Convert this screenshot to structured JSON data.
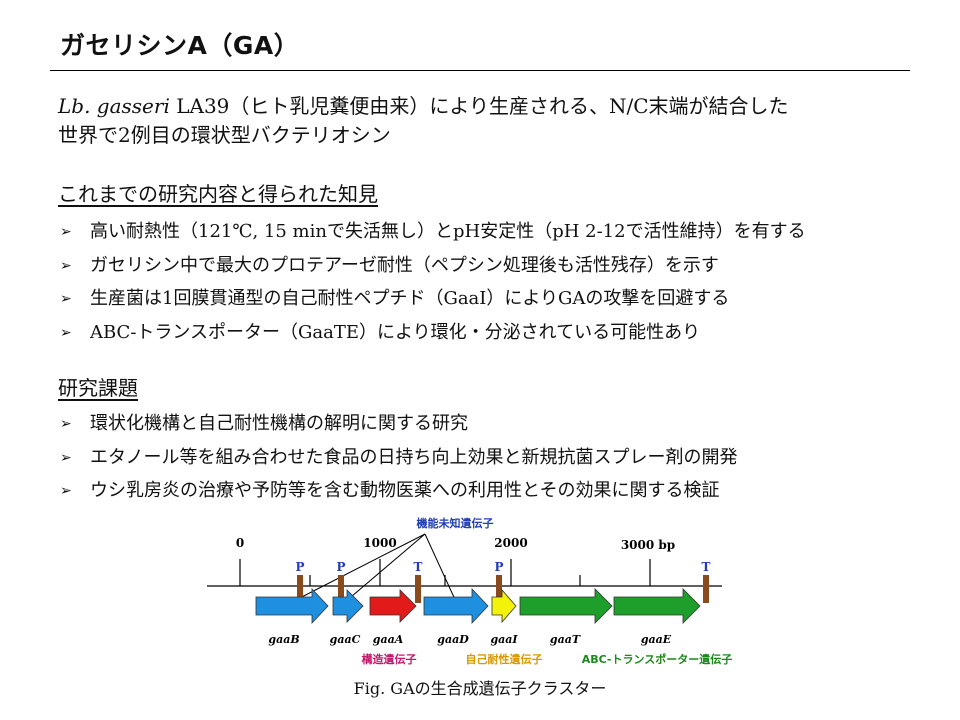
{
  "slide": {
    "title": "ガセリシンA（GA）",
    "intro_italic": "Lb. gasseri",
    "intro_line1_rest": " LA39（ヒト乳児糞便由来）により生産される、N/C末端が結合した",
    "intro_line2": "世界で2例目の環状型バクテリオシン"
  },
  "findings": {
    "heading": "これまでの研究内容と得られた知見",
    "bullet_glyph": "➢",
    "items": [
      "高い耐熱性（121℃, 15 minで失活無し）とpH安定性（pH  2-12で活性維持）を有する",
      "ガセリシン中で最大のプロテアーゼ耐性（ペプシン処理後も活性残存）を示す",
      "生産菌は1回膜貫通型の自己耐性ペプチド（GaaI）によりGAの攻撃を回避する",
      "ABC-トランスポーター（GaaTE）により環化・分泌されている可能性あり"
    ]
  },
  "topics": {
    "heading": "研究課題",
    "items": [
      "環状化機構と自己耐性機構の解明に関する研究",
      "エタノール等を組み合わせた食品の日持ち向上効果と新規抗菌スプレー剤の開発",
      "ウシ乳房炎の治療や予防等を含む動物医薬への利用性とその効果に関する検証"
    ]
  },
  "figure": {
    "caption": "Fig. GAの生合成遺伝子クラスター",
    "unknown_label": "機能未知遺伝子",
    "scale_labels": [
      "0",
      "1000",
      "2000",
      "3000 bp"
    ],
    "promoter_label": "P",
    "terminator_label": "T",
    "genes": [
      "gaaB",
      "gaaC",
      "gaaA",
      "gaaD",
      "gaaI",
      "gaaT",
      "gaaE"
    ],
    "legend": {
      "structural": "構造遺伝子",
      "immunity": "自己耐性遺伝子",
      "transporter": "ABC-トランスポーター遺伝子"
    },
    "colors": {
      "unknown": "#1f8fe0",
      "structural": "#e21a1a",
      "immunity": "#f2f20a",
      "transporter": "#1e9e2a",
      "marker": "#8b4a1c",
      "label_blue": "#1f3fb0",
      "legend_structural": "#c0186a",
      "legend_immunity": "#d79a00",
      "legend_transporter": "#1a8a1a"
    }
  }
}
